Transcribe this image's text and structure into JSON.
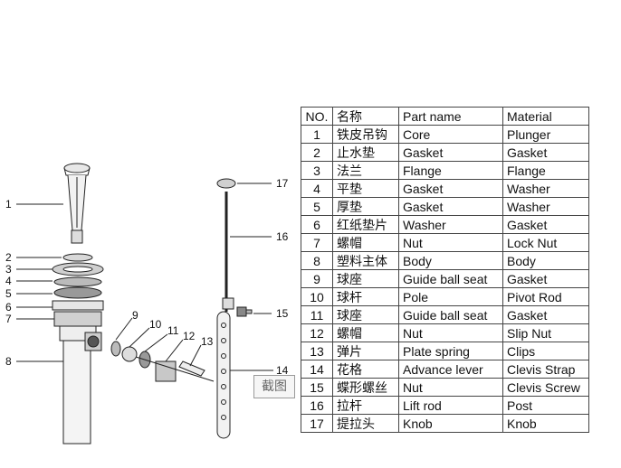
{
  "diagram": {
    "callouts": [
      "1",
      "2",
      "3",
      "4",
      "5",
      "6",
      "7",
      "8",
      "9",
      "10",
      "11",
      "12",
      "13",
      "14",
      "15",
      "16",
      "17"
    ]
  },
  "table": {
    "headers": [
      "NO.",
      "名称",
      "Part name",
      "Material"
    ],
    "rows": [
      [
        "1",
        "铁皮吊钩",
        "Core",
        "Plunger"
      ],
      [
        "2",
        "止水垫",
        "Gasket",
        "Gasket"
      ],
      [
        "3",
        "法兰",
        "Flange",
        "Flange"
      ],
      [
        "4",
        "平垫",
        "Gasket",
        "Washer"
      ],
      [
        "5",
        "厚垫",
        "Gasket",
        "Washer"
      ],
      [
        "6",
        "红纸垫片",
        "Washer",
        "Gasket"
      ],
      [
        "7",
        "螺帽",
        "Nut",
        "Lock Nut"
      ],
      [
        "8",
        "塑料主体",
        "Body",
        "Body"
      ],
      [
        "9",
        "球座",
        "Guide ball seat",
        "Gasket"
      ],
      [
        "10",
        "球杆",
        "Pole",
        "Pivot Rod"
      ],
      [
        "11",
        "球座",
        "Guide ball seat",
        "Gasket"
      ],
      [
        "12",
        "螺帽",
        "Nut",
        "Slip Nut"
      ],
      [
        "13",
        "弹片",
        "Plate spring",
        "Clips"
      ],
      [
        "14",
        "花格",
        "Advance lever",
        "Clevis Strap"
      ],
      [
        "15",
        "蝶形螺丝",
        "Nut",
        "Clevis Screw"
      ],
      [
        "16",
        "拉杆",
        "Lift rod",
        "Post"
      ],
      [
        "17",
        "提拉头",
        "Knob",
        "Knob"
      ]
    ]
  },
  "watermark": "截图"
}
